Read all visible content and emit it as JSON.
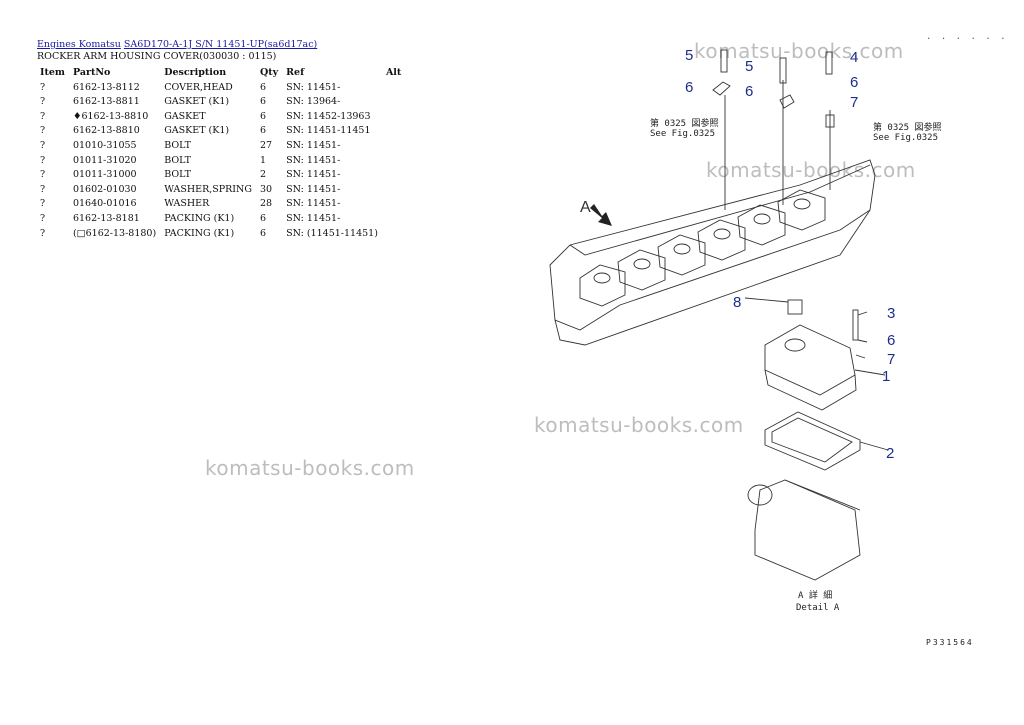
{
  "breadcrumb": {
    "link1": "Engines Komatsu",
    "link2": "SA6D170-A-1J S/N 11451-UP(sa6d17ac)"
  },
  "page_title": "ROCKER ARM HOUSING COVER(030030 : 0115)",
  "table": {
    "headers": [
      "Item",
      "PartNo",
      "Description",
      "Qty",
      "Ref",
      "Alt"
    ],
    "rows": [
      {
        "item": "?",
        "part": "6162-13-8112",
        "desc": "COVER,HEAD",
        "qty": "6",
        "ref": "SN: 11451-",
        "alt": ""
      },
      {
        "item": "?",
        "part": "6162-13-8811",
        "desc": "GASKET (K1)",
        "qty": "6",
        "ref": "SN: 13964-",
        "alt": ""
      },
      {
        "item": "?",
        "part": "♦6162-13-8810",
        "desc": "GASKET",
        "qty": "6",
        "ref": "SN: 11452-13963",
        "alt": ""
      },
      {
        "item": "?",
        "part": "6162-13-8810",
        "desc": "GASKET (K1)",
        "qty": "6",
        "ref": "SN: 11451-11451",
        "alt": ""
      },
      {
        "item": "?",
        "part": "01010-31055",
        "desc": "BOLT",
        "qty": "27",
        "ref": "SN: 11451-",
        "alt": ""
      },
      {
        "item": "?",
        "part": "01011-31020",
        "desc": "BOLT",
        "qty": "1",
        "ref": "SN: 11451-",
        "alt": ""
      },
      {
        "item": "?",
        "part": "01011-31000",
        "desc": "BOLT",
        "qty": "2",
        "ref": "SN: 11451-",
        "alt": ""
      },
      {
        "item": "?",
        "part": "01602-01030",
        "desc": "WASHER,SPRING",
        "qty": "30",
        "ref": "SN: 11451-",
        "alt": ""
      },
      {
        "item": "?",
        "part": "01640-01016",
        "desc": "WASHER",
        "qty": "28",
        "ref": "SN: 11451-",
        "alt": ""
      },
      {
        "item": "?",
        "part": "6162-13-8181",
        "desc": "PACKING (K1)",
        "qty": "6",
        "ref": "SN: 11451-",
        "alt": ""
      },
      {
        "item": "?",
        "part": "(□6162-13-8180)",
        "desc": "PACKING (K1)",
        "qty": "6",
        "ref": "SN: (11451-11451)",
        "alt": ""
      }
    ]
  },
  "watermark_text": "komatsu-books.com",
  "top_right_dots": ". . . . . .",
  "page_number": "P331564",
  "diagram": {
    "callouts": [
      "5",
      "6",
      "5",
      "6",
      "4",
      "6",
      "7",
      "8",
      "3",
      "6",
      "7",
      "1",
      "2",
      "A"
    ],
    "note_left_line1": "第 0325 図参照",
    "note_left_line2": "See Fig.0325",
    "note_right_line1": "第 0325 図参照",
    "note_right_line2": "See Fig.0325",
    "detail_line1": "A 詳 細",
    "detail_line2": "Detail A"
  }
}
